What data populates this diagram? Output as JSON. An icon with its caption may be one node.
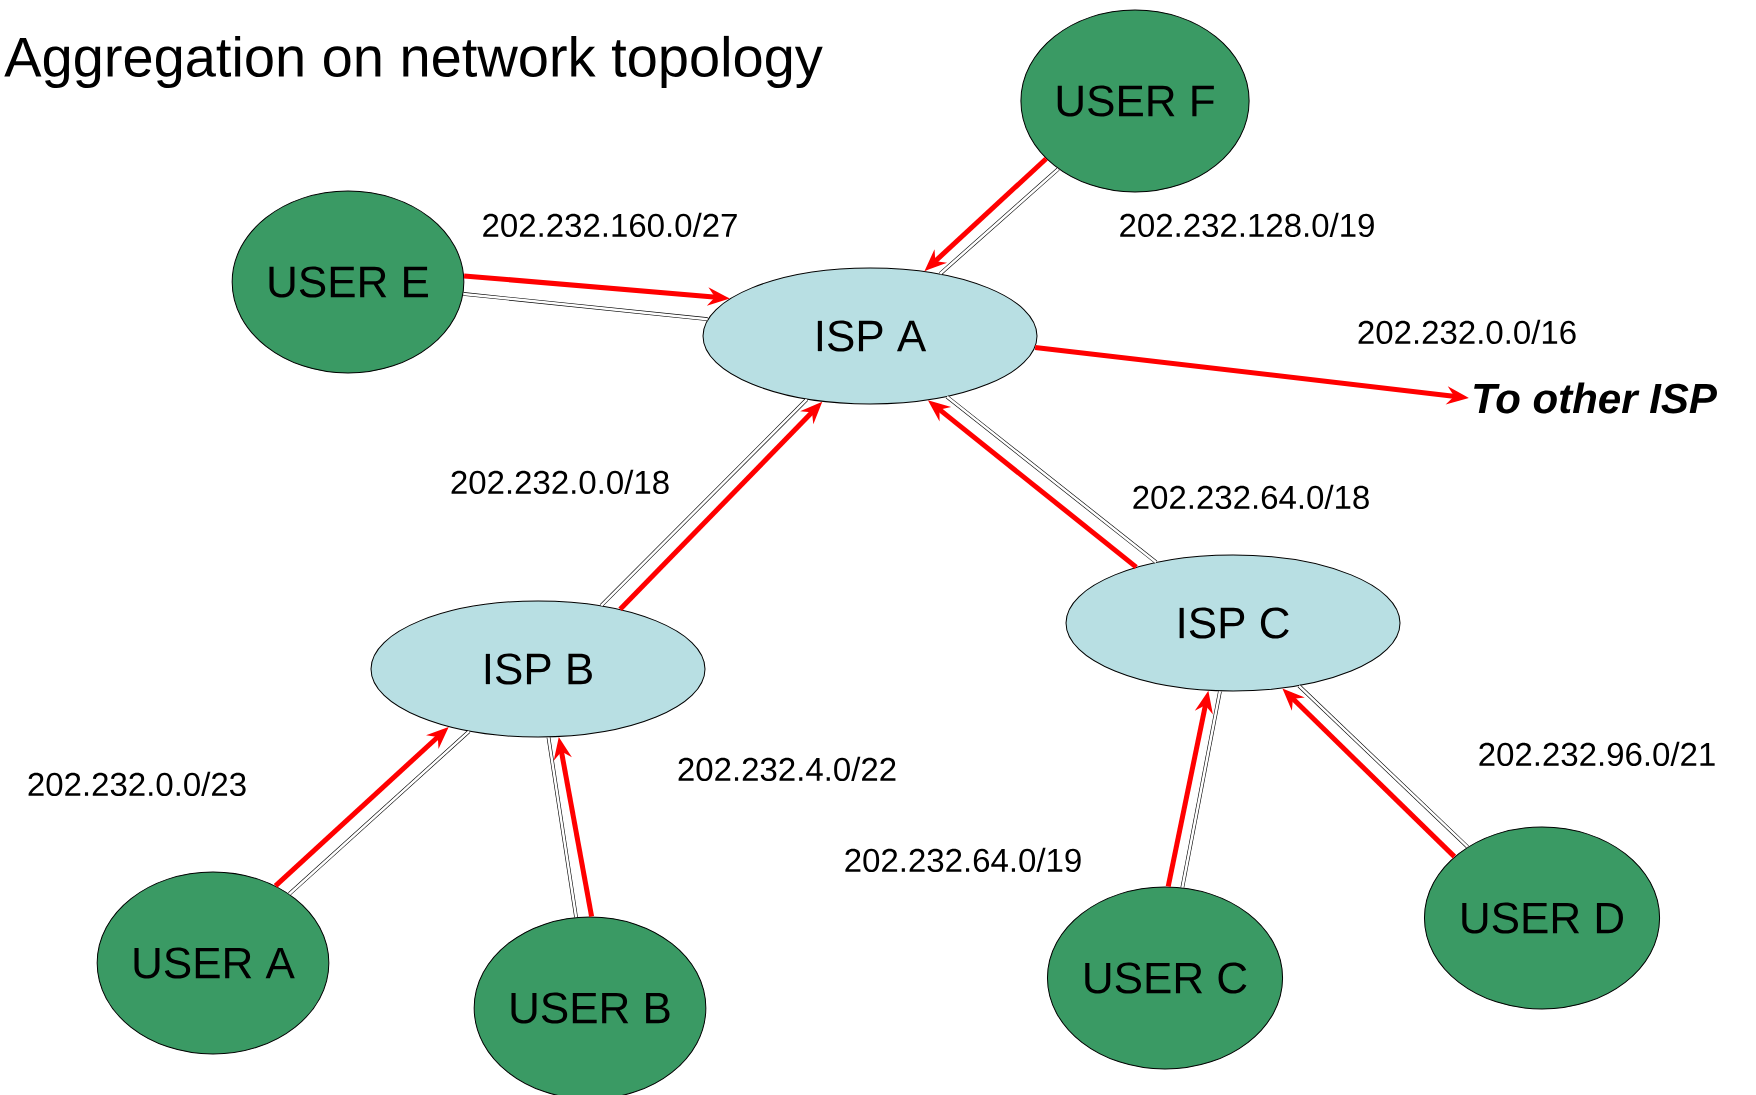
{
  "diagram": {
    "title": "Aggregation on network topology",
    "nodes": [
      {
        "text": [
          "ISP A"
        ]
      },
      {
        "text": [
          "USER E"
        ]
      },
      {
        "text": [
          "USER F"
        ]
      },
      {
        "text": [
          "To other ISP"
        ]
      },
      {
        "text": [
          "ISP B"
        ]
      },
      {
        "text": [
          "ISP C"
        ]
      },
      {
        "text": [
          "USER A"
        ]
      },
      {
        "text": [
          "USER B"
        ]
      },
      {
        "text": [
          "USER C"
        ]
      },
      {
        "text": [
          "USER D"
        ]
      }
    ],
    "edges": [
      {
        "from": 1,
        "to": 0,
        "arrow": "none",
        "color": "#000000"
      },
      {
        "from": 1,
        "to": 0,
        "arrow": "to",
        "label": "202.232.160.0/27"
      },
      {
        "from": 2,
        "to": 0,
        "arrow": "none",
        "color": "#000000"
      },
      {
        "from": 2,
        "to": 0,
        "arrow": "to",
        "label": "202.232.128.0/19"
      },
      {
        "from": 0,
        "to": 3,
        "arrow": "to",
        "label": "202.232.0.0/16"
      },
      {
        "from": 4,
        "to": 0,
        "arrow": "none",
        "color": "#000000"
      },
      {
        "from": 4,
        "to": 0,
        "arrow": "to",
        "label": "202.232.0.0/18"
      },
      {
        "from": 5,
        "to": 0,
        "arrow": "none",
        "color": "#000000"
      },
      {
        "from": 5,
        "to": 0,
        "arrow": "to",
        "label": "202.232.64.0/18"
      },
      {
        "from": 6,
        "to": 4,
        "arrow": "none",
        "color": "#000000"
      },
      {
        "from": 6,
        "to": 4,
        "arrow": "to",
        "label": "202.232.0.0/23"
      },
      {
        "from": 7,
        "to": 4,
        "arrow": "none",
        "color": "#000000"
      },
      {
        "from": 7,
        "to": 4,
        "arrow": "to",
        "label": "202.232.4.0/22"
      },
      {
        "from": 8,
        "to": 5,
        "arrow": "none",
        "color": "#000000"
      },
      {
        "from": 8,
        "to": 5,
        "arrow": "to",
        "label": "202.232.64.0/19"
      },
      {
        "from": 9,
        "to": 5,
        "arrow": "none",
        "color": "#000000"
      },
      {
        "from": 9,
        "to": 5,
        "arrow": "to",
        "label": "202.232.96.0/21"
      }
    ]
  }
}
